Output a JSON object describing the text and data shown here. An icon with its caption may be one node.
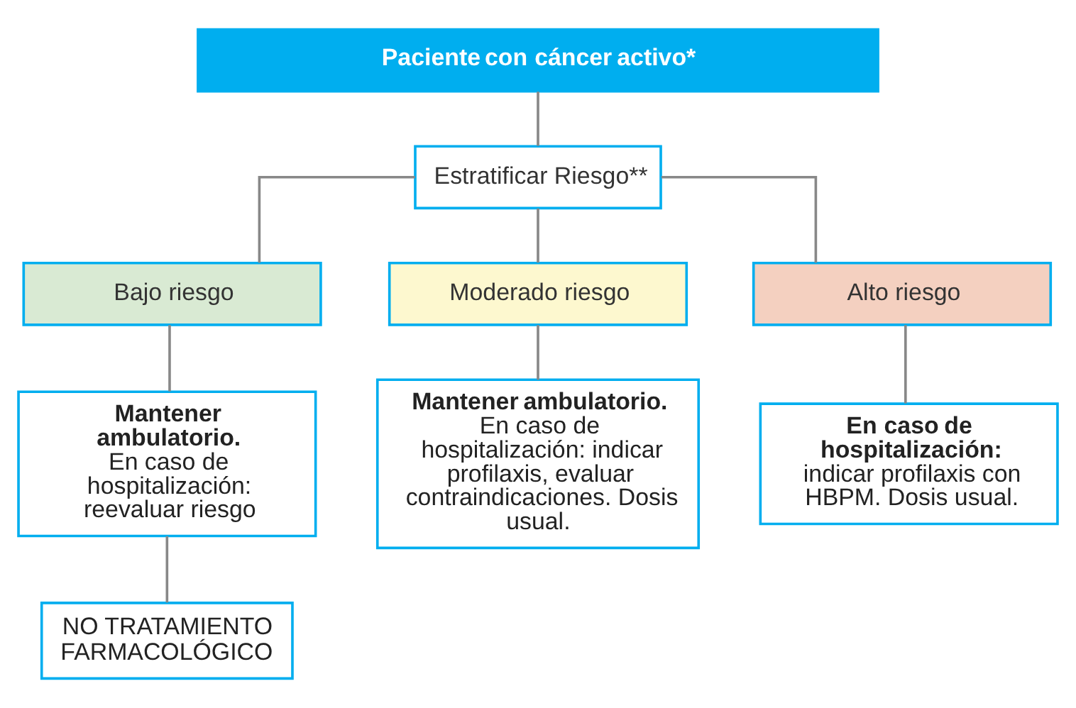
{
  "diagram": {
    "nodes": [
      {
        "text": [
          "Paciente con cáncer activo*"
        ]
      },
      {
        "text": [
          "Estratificar Riesgo**"
        ]
      },
      {
        "text": [
          "Bajo riesgo"
        ]
      },
      {
        "text": [
          "Moderado riesgo"
        ]
      },
      {
        "text": [
          "Alto riesgo"
        ]
      },
      {
        "text": [
          "**Mantener ambulatorio.** En caso de hospitalización: reevaluar riesgo"
        ]
      },
      {
        "text": [
          "**Mantener ambulatorio.** En caso de hospitalización: indicar profilaxis, evaluar contraindicaciones. Dosis usual."
        ]
      },
      {
        "text": [
          "**En caso de hospitalización:** indicar profilaxis con HBPM. Dosis usual."
        ]
      },
      {
        "text": [
          "NO TRATAMIENTO FARMACOLÓGICO"
        ]
      }
    ],
    "edges": [
      {
        "from": 0,
        "to": 1,
        "arrow": "none"
      },
      {
        "from": 1,
        "to": 2,
        "arrow": "none"
      },
      {
        "from": 1,
        "to": 3,
        "arrow": "none"
      },
      {
        "from": 1,
        "to": 4,
        "arrow": "none"
      },
      {
        "from": 2,
        "to": 5,
        "arrow": "none"
      },
      {
        "from": 3,
        "to": 6,
        "arrow": "none"
      },
      {
        "from": 4,
        "to": 7,
        "arrow": "none"
      },
      {
        "from": 5,
        "to": 8,
        "arrow": "none"
      }
    ]
  }
}
